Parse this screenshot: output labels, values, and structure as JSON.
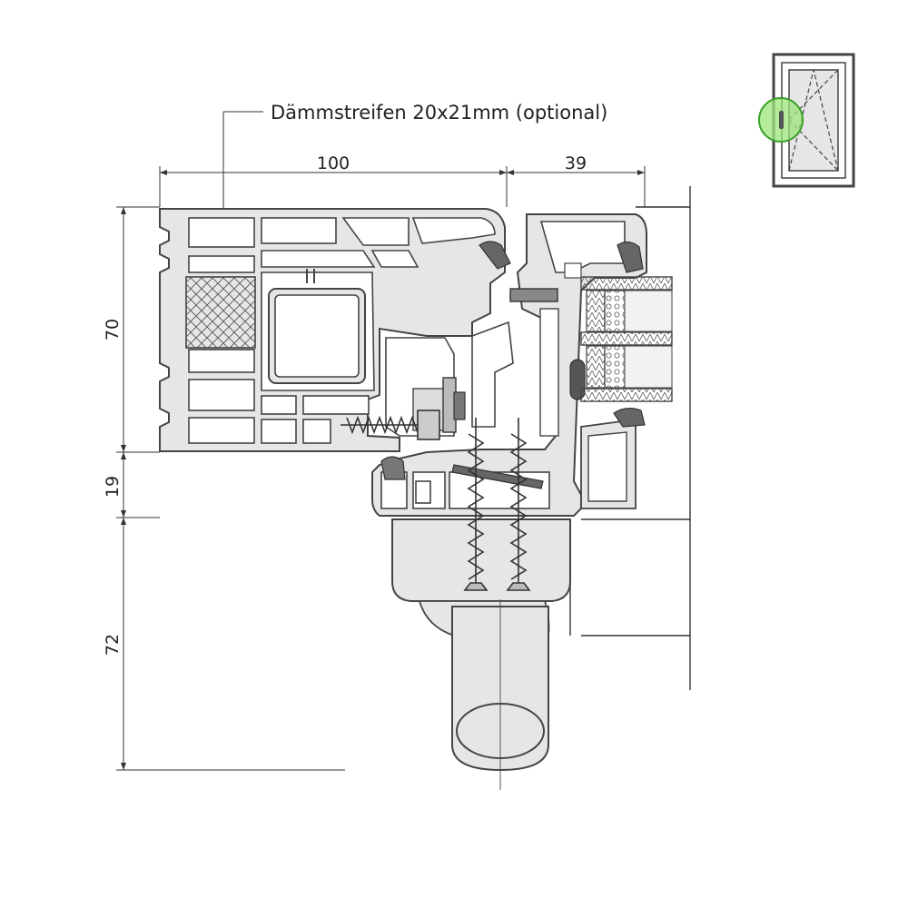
{
  "callout": {
    "label": "Dämmstreifen 20x21mm (optional)"
  },
  "dimensions": {
    "top_left": "100",
    "top_right": "39",
    "left_upper": "70",
    "left_middle": "19",
    "left_lower": "72"
  },
  "colors": {
    "line": "#333333",
    "profile_fill": "#e6e6e6",
    "profile_stroke": "#444444",
    "glass": "#f2f2f2",
    "hatch": "#555555",
    "highlight_fill": "#9be67a",
    "highlight_stroke": "#3aa028",
    "gasket": "#555555"
  },
  "icons": {
    "window_thumbnail": "tilt-turn-window-icon"
  }
}
